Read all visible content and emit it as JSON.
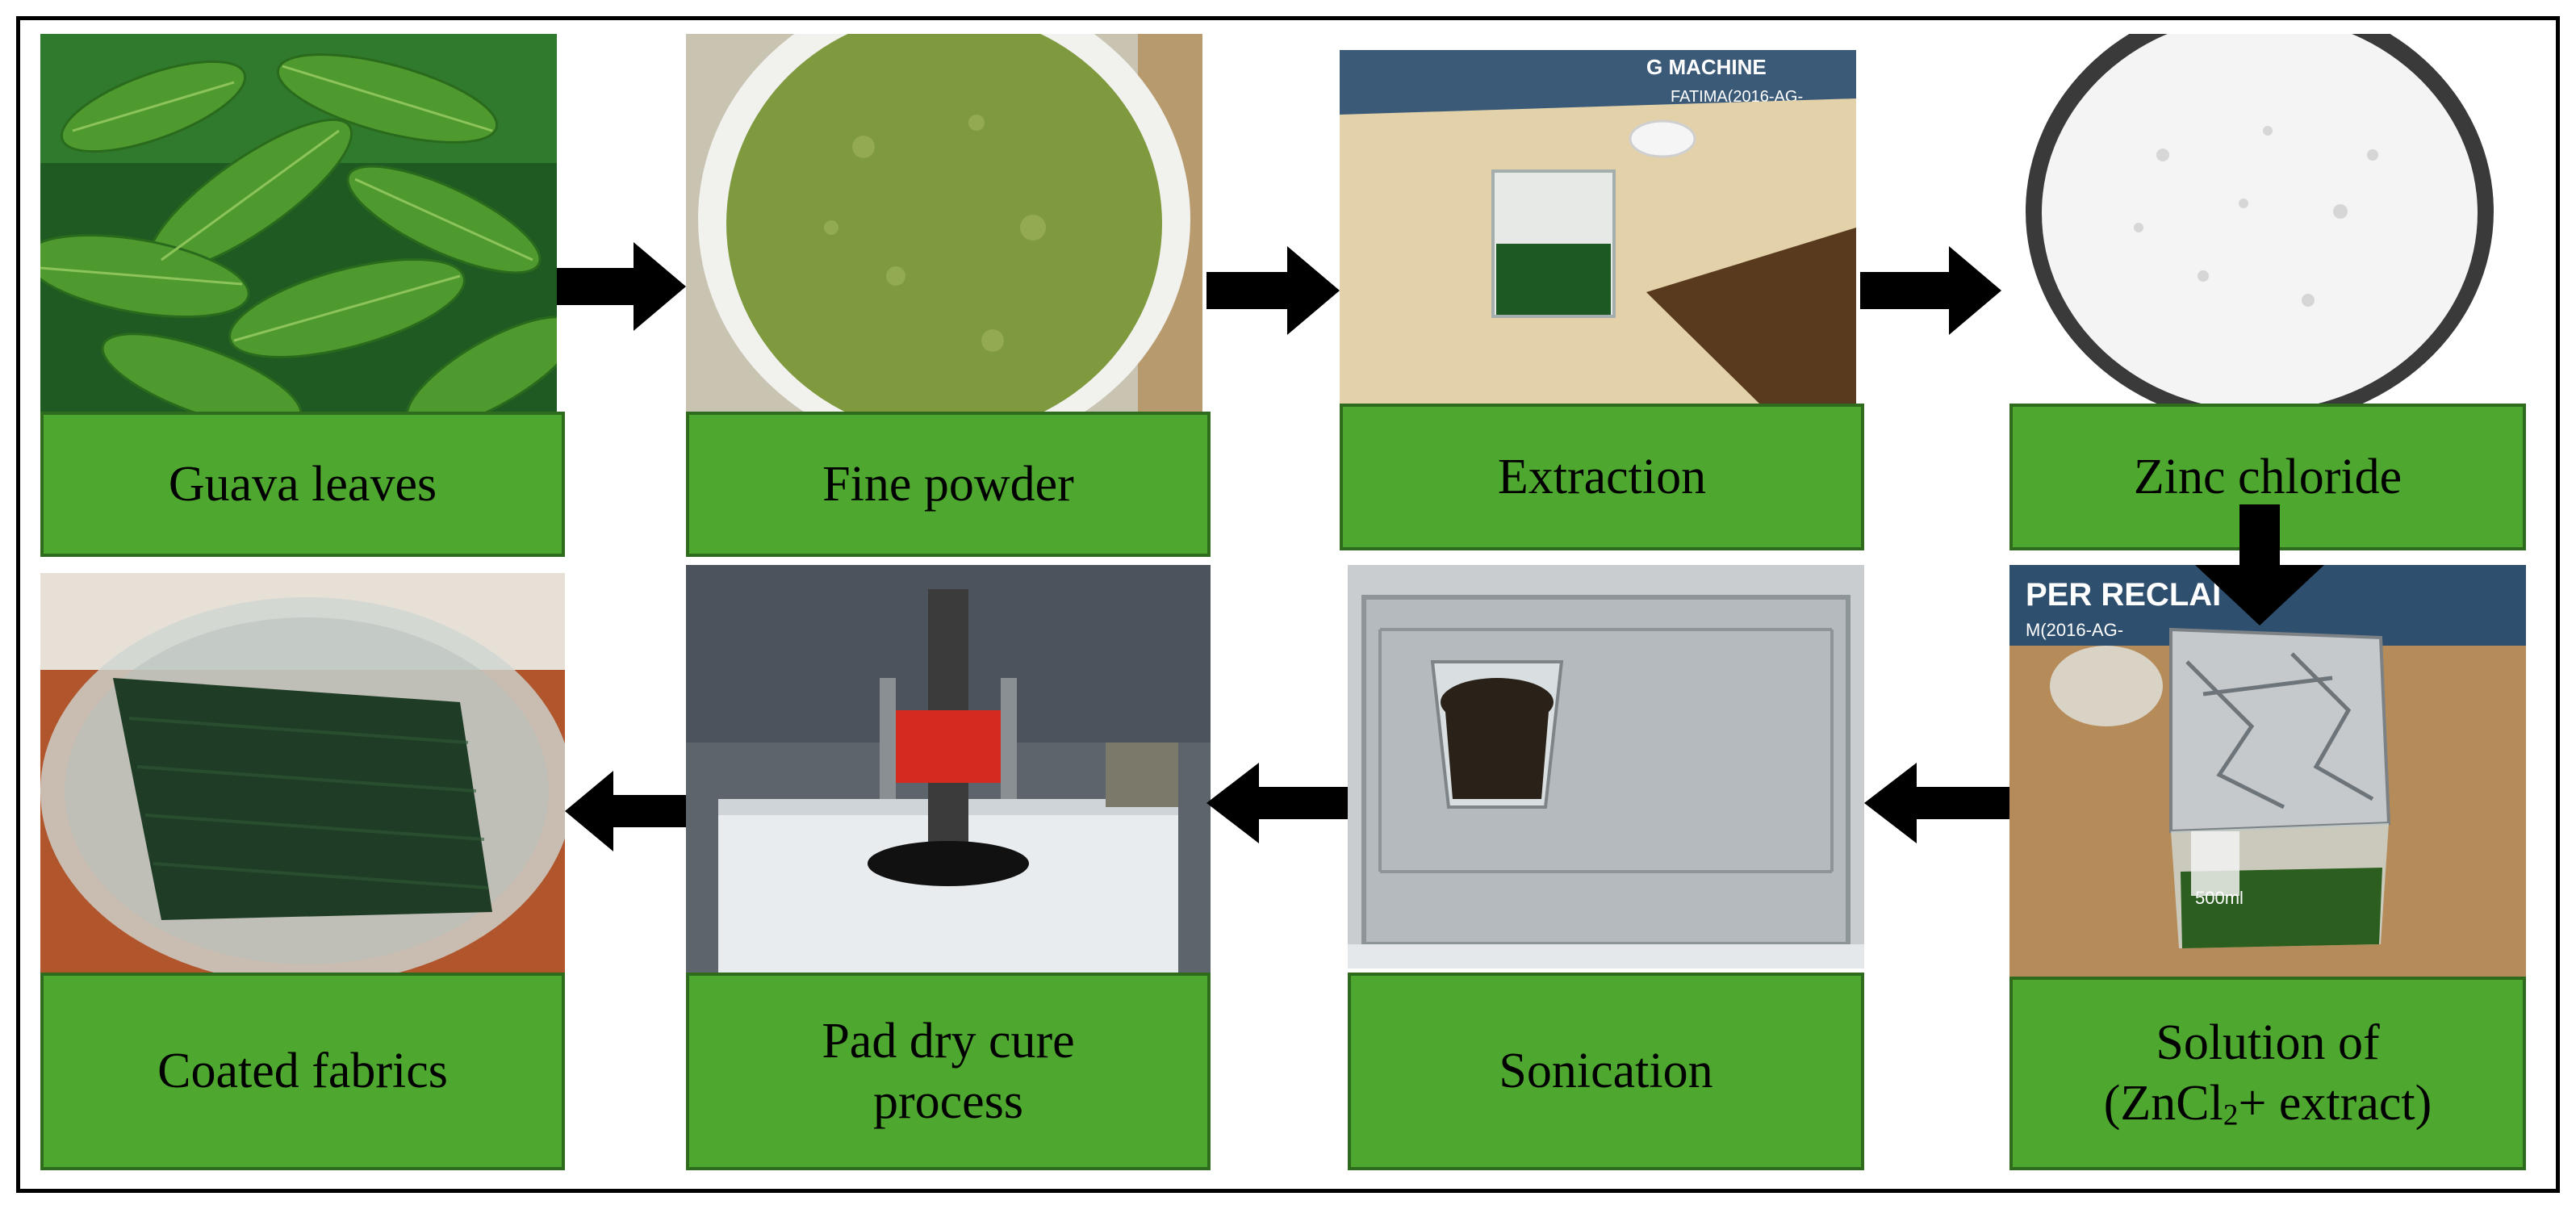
{
  "steps": {
    "s1": {
      "label": "Guava leaves",
      "icon": "guava-leaves-photo"
    },
    "s2": {
      "label": "Fine powder",
      "icon": "green-powder-photo"
    },
    "s3": {
      "label": "Extraction",
      "icon": "beaker-extract-photo"
    },
    "s4": {
      "label": "Zinc chloride",
      "icon": "zinc-chloride-dish-photo"
    },
    "s5": {
      "line1": "Solution of",
      "line2_pre": "(ZnCl",
      "line2_sub": "2",
      "line2_post": "+ extract)",
      "icon": "foil-covered-beaker-photo"
    },
    "s6": {
      "label": "Sonication",
      "icon": "ultrasonic-bath-photo"
    },
    "s7": {
      "line1": "Pad dry cure",
      "line2": "process",
      "icon": "padding-machine-photo"
    },
    "s8": {
      "label": "Coated fabrics",
      "icon": "coated-fabric-photo"
    }
  },
  "colors": {
    "label_fill": "#4ea72e",
    "label_border": "#2f6b1c",
    "arrow": "#000000"
  },
  "photo_text": {
    "extraction_sign": "G MACHINE",
    "extraction_sign_sub": "FATIMA(2016-AG-",
    "beaker_sign": "PER RECLAI",
    "beaker_sign_sub": "M(2016-AG-",
    "beaker_mark": "500ml"
  }
}
